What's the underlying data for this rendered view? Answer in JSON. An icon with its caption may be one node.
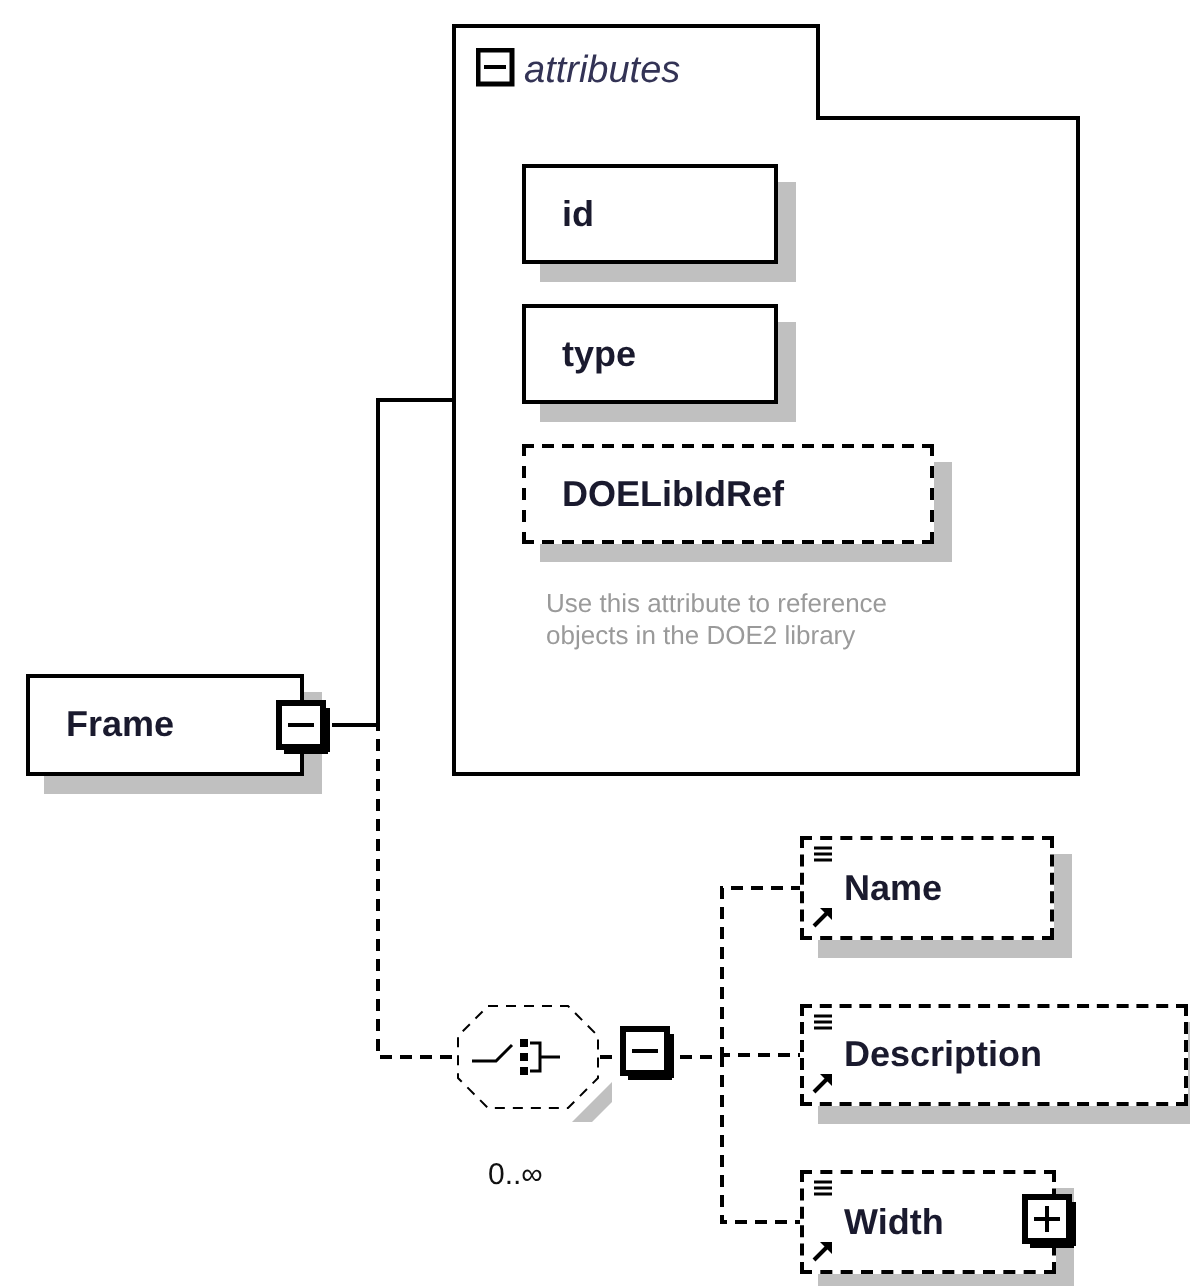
{
  "diagram": {
    "nodes": [
      {
        "text": [
          "Frame"
        ]
      },
      {
        "text": [
          "attributes"
        ]
      },
      {
        "text": [
          "id"
        ],
        "in": 1
      },
      {
        "text": [
          "type"
        ],
        "in": 1
      },
      {
        "text": [
          "DOELibIdRef"
        ],
        "in": 1,
        "beside": [
          "Use this attribute to reference objects in the DOE2 library"
        ]
      },
      {
        "text": [],
        "shape": "octagon",
        "beside": [
          "0..∞"
        ]
      },
      {
        "text": [
          "Name"
        ]
      },
      {
        "text": [
          "Description"
        ]
      },
      {
        "text": [
          "Width"
        ]
      }
    ],
    "edges": [
      {
        "from": 0,
        "to": 1,
        "arrow": "none"
      },
      {
        "from": 0,
        "to": 5,
        "arrow": "none",
        "style": "dashed"
      },
      {
        "from": 5,
        "to": 6,
        "arrow": "none",
        "style": "dashed"
      },
      {
        "from": 5,
        "to": 7,
        "arrow": "none",
        "style": "dashed"
      },
      {
        "from": 5,
        "to": 8,
        "arrow": "none",
        "style": "dashed"
      }
    ]
  }
}
